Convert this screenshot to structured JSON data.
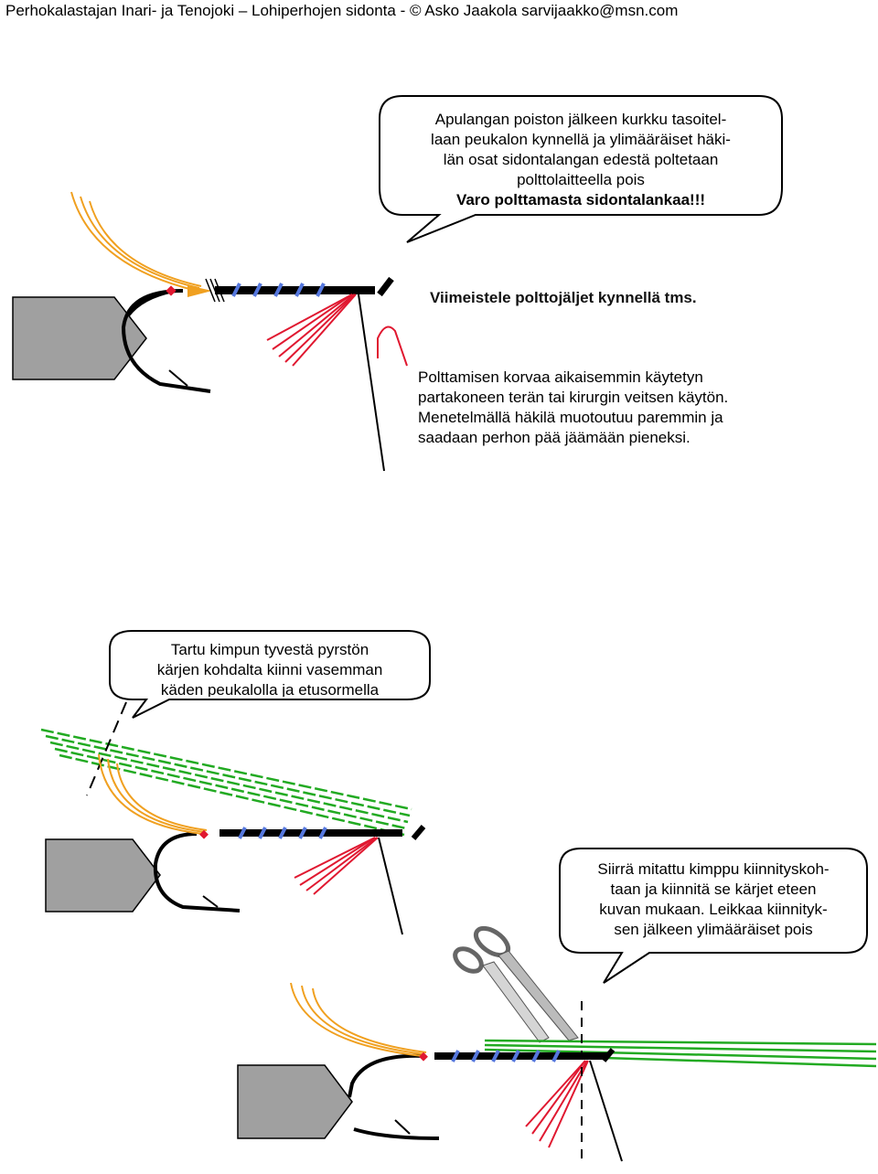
{
  "header": {
    "title": "Perhokalastajan Inari- ja Tenojoki – Lohiperhojen sidonta - © Asko Jaakola sarvijaakko@msn.com"
  },
  "step1": {
    "bubble_lines": [
      "Apulangan poiston jälkeen kurkku tasoitel-",
      "laan peukalon kynnellä ja ylimääräiset häki-",
      "län osat sidontalangan edestä poltetaan",
      "polttolaitteella pois"
    ],
    "bubble_warning": "Varo polttamasta sidontalankaa!!!",
    "finish_note": "Viimeistele polttojäljet kynnellä tms.",
    "burn_note_lines": [
      "Polttamisen korvaa aikaisemmin käytetyn",
      "partakoneen terän tai kirurgin veitsen käytön.",
      "Menetelmällä häkilä muotoutuu paremmin ja",
      "saadaan perhon pää jäämään pieneksi."
    ]
  },
  "step2": {
    "bubble_lines": [
      "Tartu kimpun tyvestä pyrstön",
      "kärjen kohdalta kiinni vasemman",
      "käden peukalolla ja etusormella"
    ]
  },
  "step3": {
    "bubble_lines": [
      "Siirrä mitattu kimppu kiinnityskoh-",
      "taan ja kiinnitä se kärjet eteen",
      "kuvan mukaan. Leikkaa kiinnityk-",
      "sen jälkeen ylimääräiset pois"
    ]
  },
  "colors": {
    "orange": "#f0a020",
    "red": "#e01830",
    "green": "#22aa22",
    "blue": "#5577dd",
    "grey": "#a0a0a0"
  }
}
